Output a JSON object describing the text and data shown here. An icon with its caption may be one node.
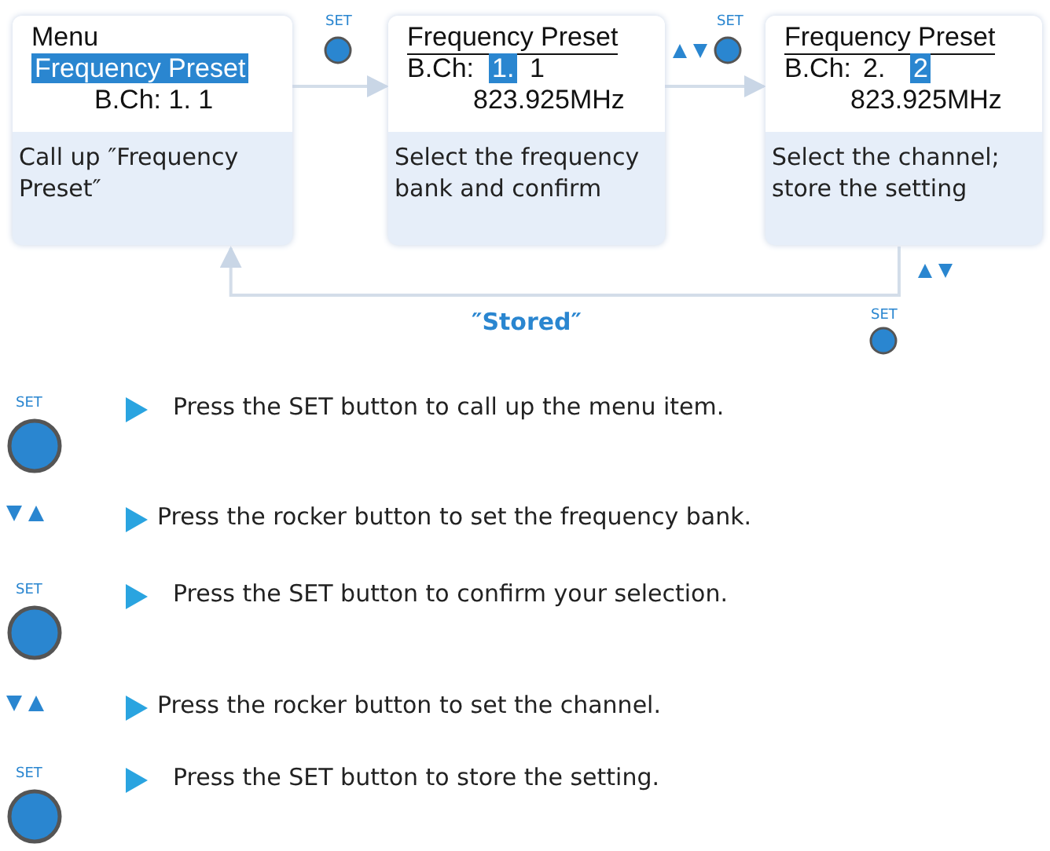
{
  "diagram": {
    "nodes": [
      {
        "text": [
          "Menu",
          "Frequency Preset",
          "B.Ch: 1. 1",
          "Call up ″Frequency Preset″"
        ]
      },
      {
        "text": [
          "Frequency Preset",
          "B.Ch:",
          "1.",
          "1",
          "823.925MHz",
          "Select the frequency bank and confirm"
        ]
      },
      {
        "text": [
          "Frequency Preset",
          "B.Ch:",
          "2.",
          "2",
          "823.925MHz",
          "Select the channel; store the setting"
        ]
      }
    ],
    "edges": [
      {
        "from": 0,
        "to": 1,
        "arrow": "to"
      },
      {
        "from": 1,
        "to": 2,
        "arrow": "to"
      },
      {
        "from": 2,
        "to": 0,
        "arrow": "to",
        "label": "″Stored″"
      }
    ],
    "labels": [
      "SET",
      "SET",
      "SET",
      "SET",
      "Press the SET button to call up the menu item.",
      "Press the rocker button to set the frequency bank.",
      "SET",
      "Press the SET button to confirm your selection.",
      "Press the rocker button to set the channel.",
      "SET",
      "Press the SET button to store the setting."
    ]
  }
}
